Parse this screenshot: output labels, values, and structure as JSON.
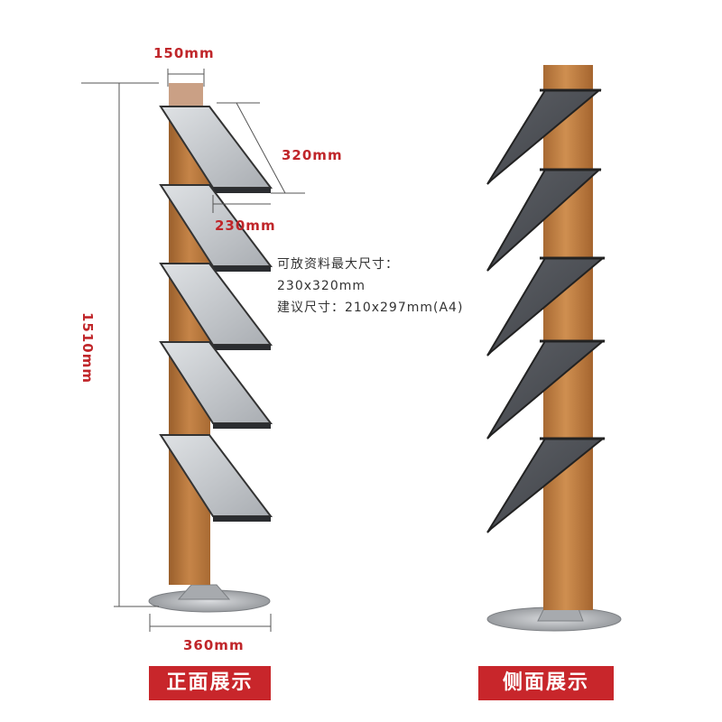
{
  "dimensions": {
    "top_width": "150mm",
    "shelf_depth": "320mm",
    "shelf_width": "230mm",
    "height": "1510mm",
    "base_diameter": "360mm"
  },
  "info": {
    "line1": "可放资料最大尺寸：",
    "line2": "230x320mm",
    "line3": "建议尺寸：210x297mm(A4)"
  },
  "captions": {
    "front": "正面展示",
    "side": "侧面展示"
  },
  "colors": {
    "accent": "#c8262b",
    "dimension_text": "#c0262a",
    "wood": "#b87a3f",
    "shelf_front": "#c9cdd1",
    "shelf_side": "#4a4d52",
    "base": "#b9bbbe"
  }
}
